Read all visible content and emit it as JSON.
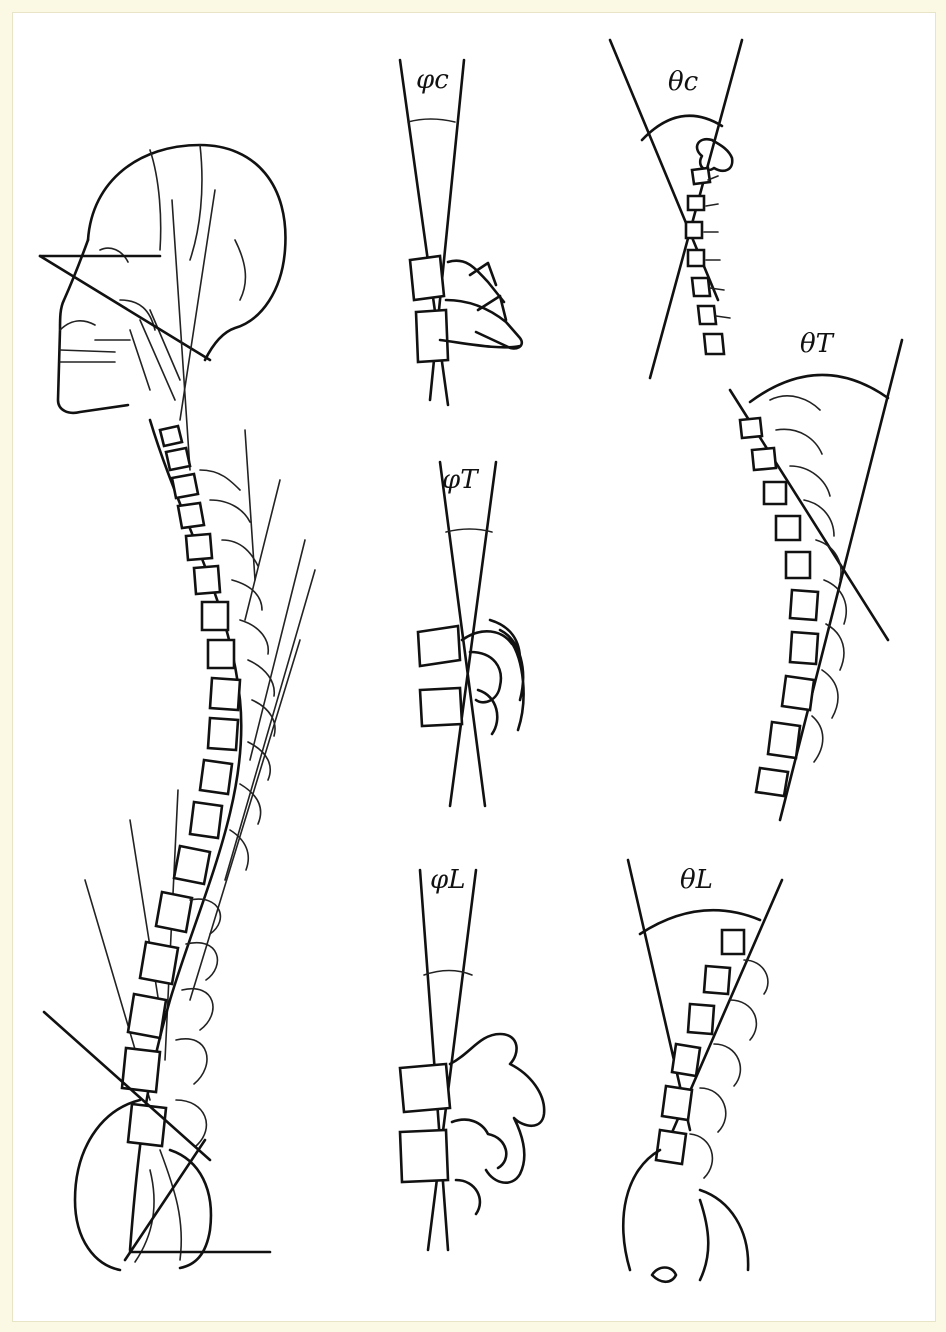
{
  "labels": {
    "phi_c": "φc",
    "phi_t": "φT",
    "phi_l": "φL",
    "theta_c": "θc",
    "theta_t": "θT",
    "theta_l": "θL"
  },
  "colors": {
    "background": "#fbf8e4",
    "panel": "#ffffff",
    "ink": "#111111"
  }
}
